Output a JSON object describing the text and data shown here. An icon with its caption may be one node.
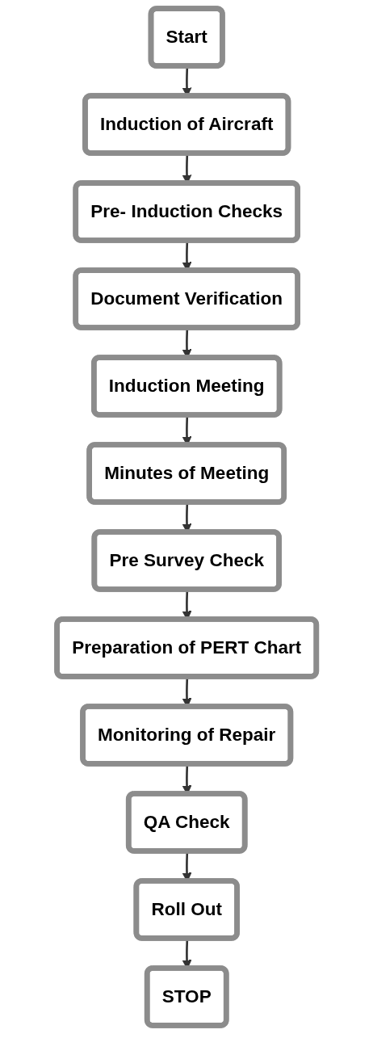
{
  "diagram": {
    "nodes": [
      {
        "text": [
          "Start"
        ]
      },
      {
        "text": [
          "Induction of Aircraft"
        ]
      },
      {
        "text": [
          "Pre- Induction Checks"
        ]
      },
      {
        "text": [
          "Document Verification"
        ]
      },
      {
        "text": [
          "Induction Meeting"
        ]
      },
      {
        "text": [
          "Minutes of Meeting"
        ]
      },
      {
        "text": [
          "Pre Survey Check"
        ]
      },
      {
        "text": [
          "Preparation of PERT Chart"
        ]
      },
      {
        "text": [
          "Monitoring of Repair"
        ]
      },
      {
        "text": [
          "QA Check"
        ]
      },
      {
        "text": [
          "Roll Out"
        ]
      },
      {
        "text": [
          "STOP"
        ]
      }
    ],
    "edges": [
      {
        "from": 0,
        "to": 1,
        "arrow": "to"
      },
      {
        "from": 1,
        "to": 2,
        "arrow": "to"
      },
      {
        "from": 2,
        "to": 3,
        "arrow": "to"
      },
      {
        "from": 3,
        "to": 4,
        "arrow": "to"
      },
      {
        "from": 4,
        "to": 5,
        "arrow": "to"
      },
      {
        "from": 5,
        "to": 6,
        "arrow": "to"
      },
      {
        "from": 6,
        "to": 7,
        "arrow": "to"
      },
      {
        "from": 7,
        "to": 8,
        "arrow": "to"
      },
      {
        "from": 8,
        "to": 9,
        "arrow": "to"
      },
      {
        "from": 9,
        "to": 10,
        "arrow": "to"
      },
      {
        "from": 10,
        "to": 11,
        "arrow": "to"
      }
    ]
  }
}
